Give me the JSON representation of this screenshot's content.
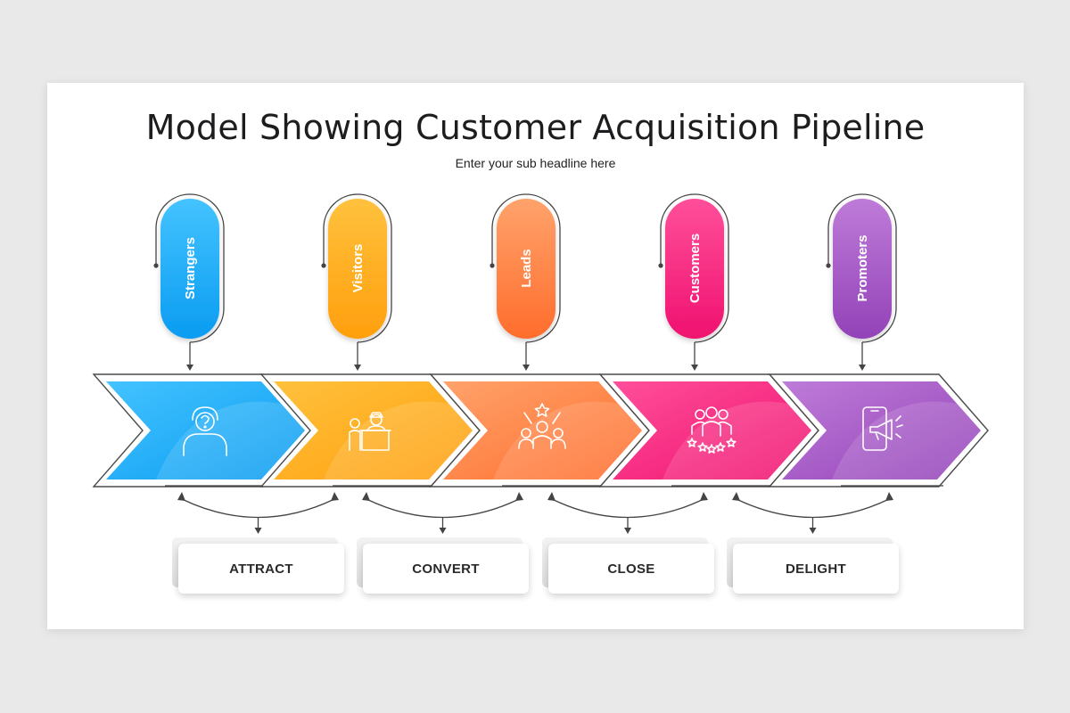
{
  "title": "Model Showing Customer Acquisition Pipeline",
  "subtitle": "Enter your sub headline here",
  "steps": [
    {
      "label": "Strangers",
      "icon": "confused-person-icon",
      "color_top": "#44c3ff",
      "color_bottom": "#0a9cf1"
    },
    {
      "label": "Visitors",
      "icon": "visitor-desk-icon",
      "color_top": "#ffc13d",
      "color_bottom": "#ff9f0d"
    },
    {
      "label": "Leads",
      "icon": "celebrating-group-icon",
      "color_top": "#ffa26b",
      "color_bottom": "#ff6d2c"
    },
    {
      "label": "Customers",
      "icon": "customer-group-rating-icon",
      "color_top": "#ff4f9a",
      "color_bottom": "#f0116f"
    },
    {
      "label": "Promoters",
      "icon": "phone-megaphone-icon",
      "color_top": "#be7bd8",
      "color_bottom": "#9342b8"
    }
  ],
  "stages": [
    "ATTRACT",
    "CONVERT",
    "CLOSE",
    "DELIGHT"
  ]
}
